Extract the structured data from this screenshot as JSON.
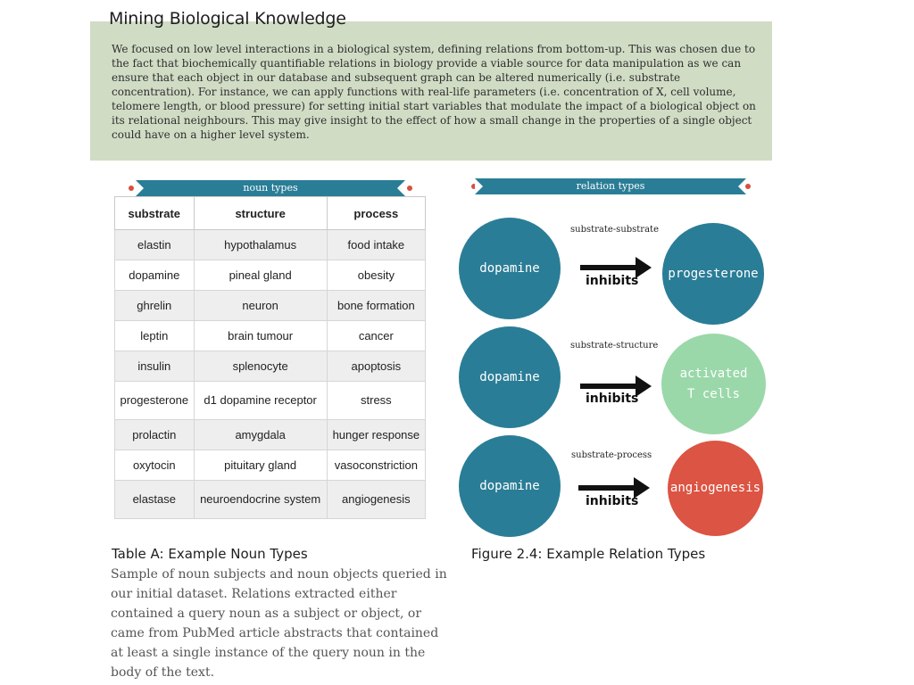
{
  "title": "Mining Biological Knowledge",
  "intro": "We focused on low level interactions in a biological system, defining relations from bottom-up. This was chosen due to the fact that biochemically quantifiable relations in biology provide a viable source for data manipulation as we can ensure that each object in our database and subsequent graph can be altered numerically (i.e. substrate concentration). For instance, we can apply functions with real-life parameters (i.e. concentration of X, cell volume, telomere length, or blood pressure) for setting initial start variables that modulate the impact of a biological object on its relational neighbours. This may give insight to the effect of how a small change in the properties of a single object could have on a higher level system.",
  "noun_table": {
    "ribbon": "noun types",
    "headers": [
      "substrate",
      "structure",
      "process"
    ],
    "rows": [
      [
        "elastin",
        "hypothalamus",
        "food intake"
      ],
      [
        "dopamine",
        "pineal gland",
        "obesity"
      ],
      [
        "ghrelin",
        "neuron",
        "bone formation"
      ],
      [
        "leptin",
        "brain tumour",
        "cancer"
      ],
      [
        "insulin",
        "splenocyte",
        "apoptosis"
      ],
      [
        "progesterone",
        "d1 dopamine receptor",
        "stress"
      ],
      [
        "prolactin",
        "amygdala",
        "hunger response"
      ],
      [
        "oxytocin",
        "pituitary gland",
        "vasoconstriction"
      ],
      [
        "elastase",
        "neuroendocrine system",
        "angiogenesis"
      ]
    ],
    "caption_title": "Table A: Example Noun Types",
    "caption": "Sample of noun subjects and noun objects queried in our initial dataset. Relations extracted either contained a query noun as a subject or object, or came from PubMed article abstracts that contained at least a single instance of the query noun in the body of the text."
  },
  "relations": {
    "ribbon": "relation types",
    "items": [
      {
        "label": "substrate-substrate",
        "subject": "dopamine",
        "verb": "inhibits",
        "object": "progesterone",
        "object_color": "#2a7d96",
        "object_text_color": "#ffffff"
      },
      {
        "label": "substrate-structure",
        "subject": "dopamine",
        "verb": "inhibits",
        "object": "activated T cells",
        "object_color": "#9ad8a9",
        "object_text_color": "#ffffff"
      },
      {
        "label": "substrate-process",
        "subject": "dopamine",
        "verb": "inhibits",
        "object": "angiogenesis",
        "object_color": "#dc5443",
        "object_text_color": "#ffffff"
      }
    ],
    "subject_color": "#2a7d96",
    "caption_title": "Figure 2.4: Example Relation Types"
  },
  "colors": {
    "ribbon": "#2a7d96",
    "intro_bg": "#d1dcc5",
    "dot": "#d9503f"
  }
}
